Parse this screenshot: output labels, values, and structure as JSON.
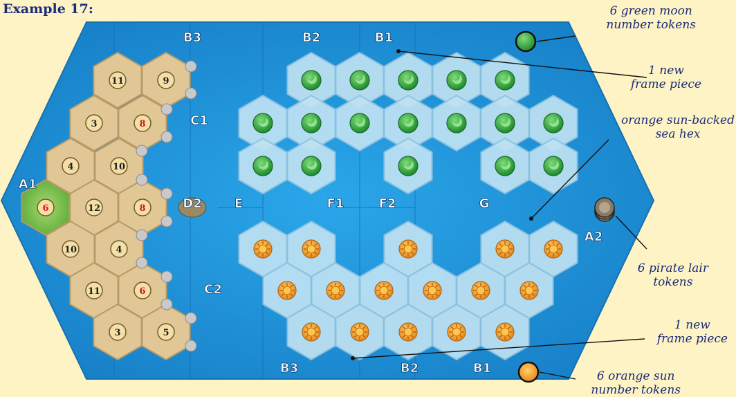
{
  "title": "Example 17:",
  "colors": {
    "background": "#fdf3c4",
    "sea": "#1d8fd6",
    "sea_light": "#2aa1e6",
    "highlight_hex": "#bfe2f3",
    "land_hex": "#e1c796",
    "land_border": "#b79a66",
    "green_hex": "#7cc04f",
    "moon_token": "#2b9b3a",
    "sun_token": "#f09a1b",
    "annotation_text": "#1b2b7a",
    "red_number": "#cc1d1d"
  },
  "frame_labels": [
    "B3",
    "B2",
    "B1",
    "C1",
    "A1",
    "D2",
    "E",
    "F1",
    "F2",
    "G",
    "A2",
    "C2",
    "B3",
    "B2",
    "B1"
  ],
  "land_numbers": [
    "11",
    "9",
    "3",
    "8",
    "4",
    "10",
    "6",
    "12",
    "8",
    "10",
    "4",
    "11",
    "6",
    "3",
    "5"
  ],
  "annotations": {
    "green_moon": [
      "6 green moon",
      "number tokens"
    ],
    "frame_top": [
      "1 new",
      "frame piece"
    ],
    "sun_backed": [
      "orange sun-backed",
      "sea hex"
    ],
    "pirate_lair": [
      "6 pirate lair",
      "tokens"
    ],
    "frame_bottom": [
      "1 new",
      "frame piece"
    ],
    "orange_sun": [
      "6 orange sun",
      "number tokens"
    ]
  },
  "icons": {
    "moon_token": "green-moon-icon",
    "sun_token": "orange-sun-icon",
    "pirate_stack": "pirate-lair-stack-icon",
    "island": "island-icon"
  }
}
